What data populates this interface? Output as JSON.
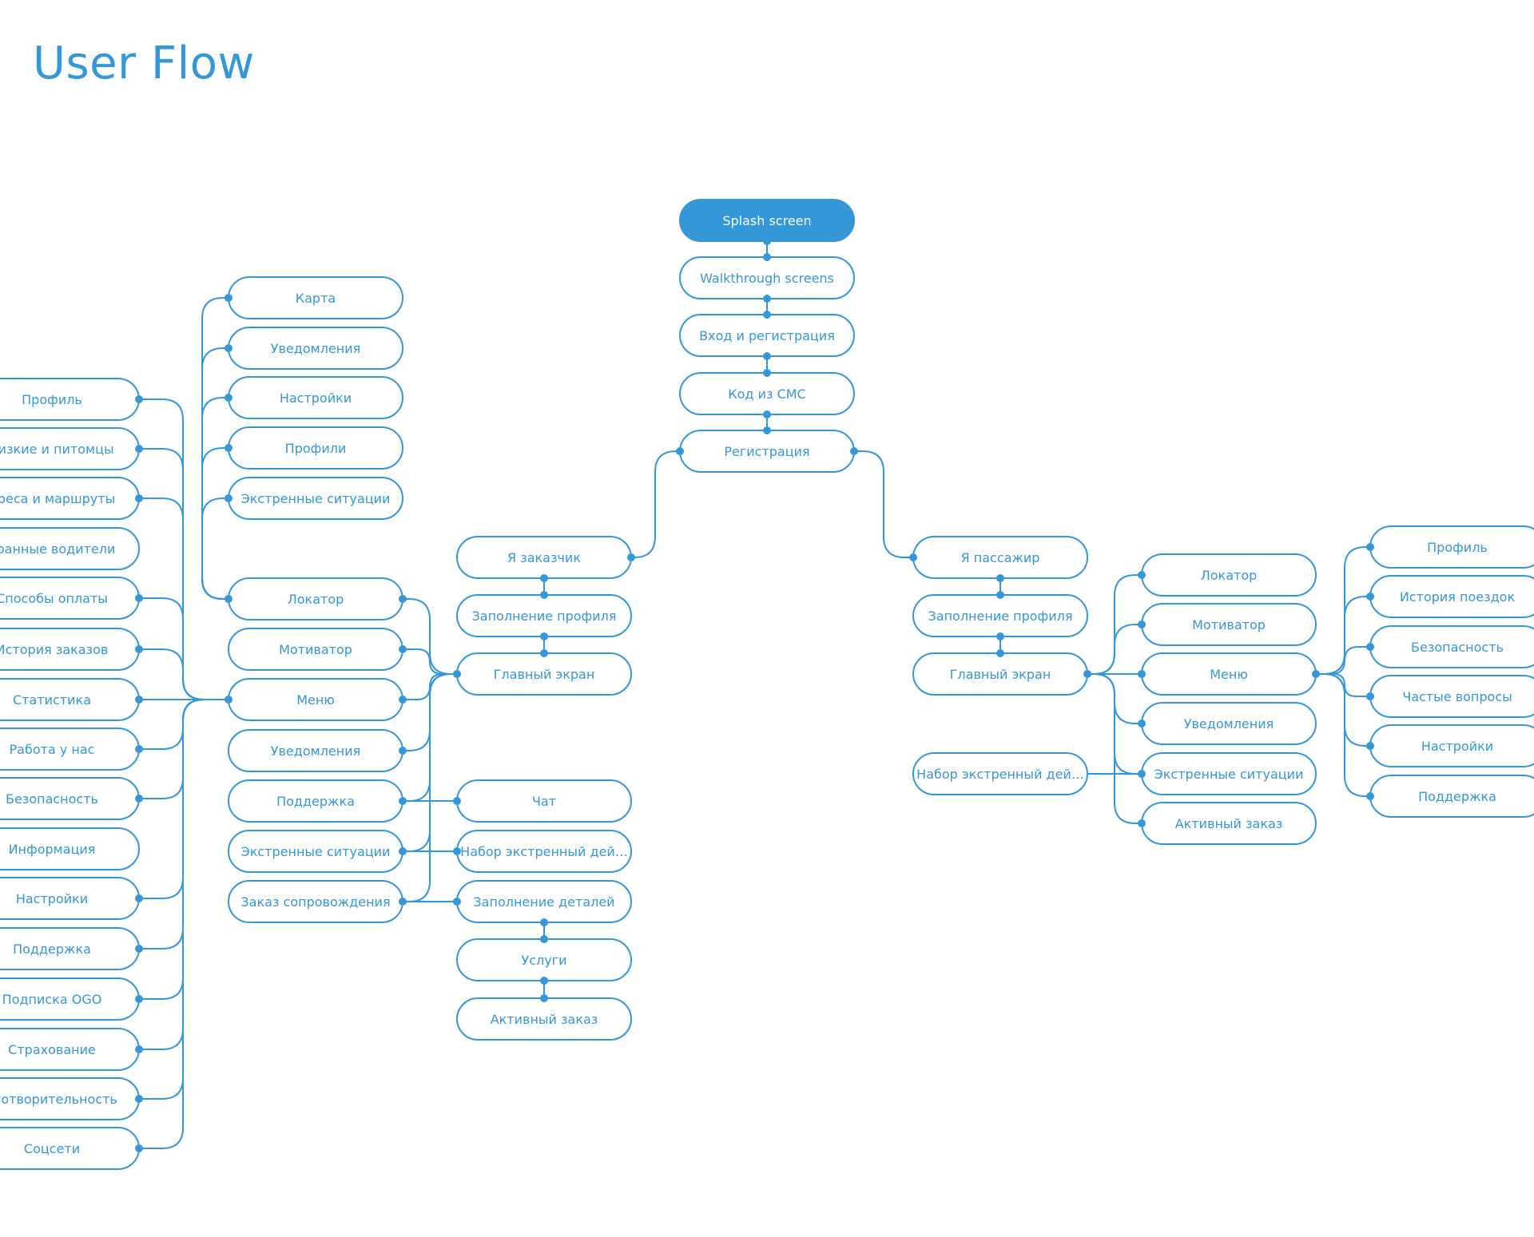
{
  "title": "User Flow",
  "accent": "#3497d8",
  "nodes": {
    "splash": "Splash screen",
    "walkthrough": "Walkthrough screens",
    "login": "Вход и регистрация",
    "sms": "Код из СМС",
    "registration": "Регистрация",
    "customer": "Я заказчик",
    "c_profile_fill": "Заполнение профиля",
    "c_main": "Главный экран",
    "c_chat": "Чат",
    "c_emergency_dial": "Набор экстренный дей…",
    "c_details": "Заполнение деталей",
    "c_services": "Услуги",
    "c_active_order": "Активный заказ",
    "c_map": "Карта",
    "c_notif_top": "Уведомления",
    "c_settings_top": "Настройки",
    "c_profiles": "Профили",
    "c_emergency_top": "Экстренные ситуации",
    "c_locator": "Локатор",
    "c_motivator": "Мотиватор",
    "c_menu": "Меню",
    "c_notif": "Уведомления",
    "c_support": "Поддержка",
    "c_emergency": "Экстренные ситуации",
    "c_escort": "Заказ сопровождения",
    "m_profile": "Профиль",
    "m_relatives": "лизкие и питомцы",
    "m_addresses": "дреса и маршруты",
    "m_drivers": "бранные водители",
    "m_payment": "Способы оплаты",
    "m_history": "История заказов",
    "m_stats": "Статистика",
    "m_jobs": "Работа у нас",
    "m_safety": "Безопасность",
    "m_info": "Информация",
    "m_settings": "Настройки",
    "m_support": "Поддержка",
    "m_subscription": "Подписка OGO",
    "m_insurance": "Страхование",
    "m_charity": "аготворительность",
    "m_social": "Соцсети",
    "passenger": "Я пассажир",
    "p_profile_fill": "Заполнение профиля",
    "p_main": "Главный экран",
    "p_emergency_dial": "Набор экстренный дей…",
    "p_locator": "Локатор",
    "p_motivator": "Мотиватор",
    "p_menu": "Меню",
    "p_notif": "Уведомления",
    "p_emergency": "Экстренные ситуации",
    "p_active_order": "Активный заказ",
    "pm_profile": "Профиль",
    "pm_history": "История поездок",
    "pm_safety": "Безопасность",
    "pm_faq": "Частые вопросы",
    "pm_settings": "Настройки",
    "pm_support": "Поддержка"
  }
}
